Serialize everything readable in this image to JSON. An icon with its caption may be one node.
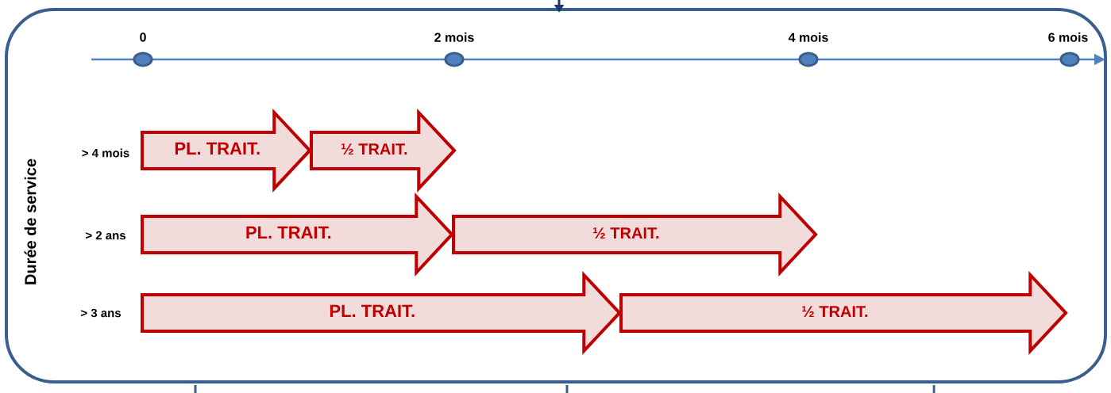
{
  "diagram": {
    "nodes": [
      {
        "text": [
          "PL. TRAIT."
        ]
      },
      {
        "text": [
          "½ TRAIT."
        ]
      },
      {
        "text": [
          "PL. TRAIT."
        ]
      },
      {
        "text": [
          "½ TRAIT."
        ]
      },
      {
        "text": [
          "PL. TRAIT."
        ]
      },
      {
        "text": [
          "½ TRAIT."
        ]
      }
    ],
    "labels": [
      "0",
      "2 mois",
      "4 mois",
      "6 mois",
      "Durée de service",
      "> 4 mois",
      "> 2 ans",
      "> 3 ans"
    ]
  }
}
